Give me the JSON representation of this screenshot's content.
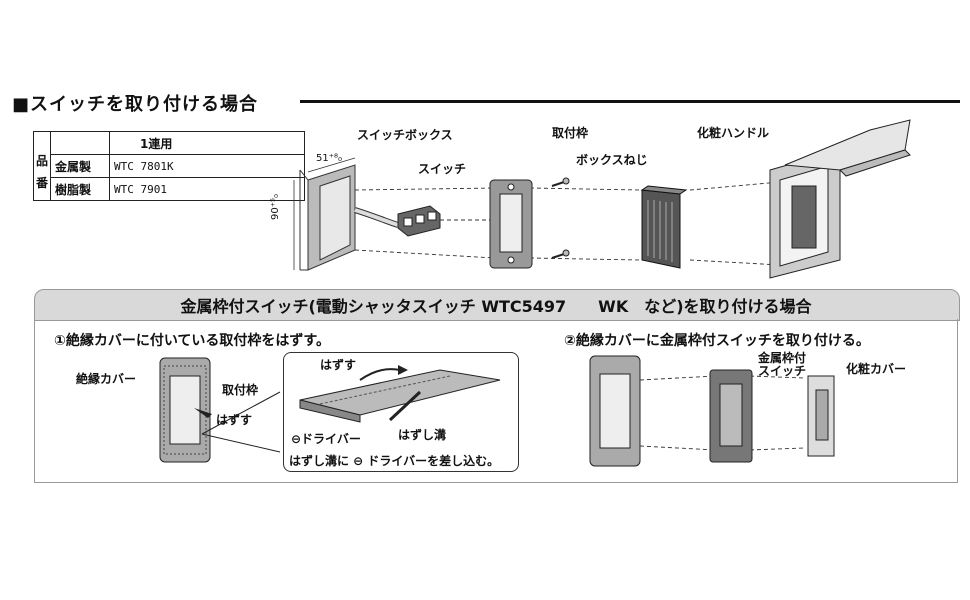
{
  "section_title": "■スイッチを取り付ける場合",
  "table": {
    "side_label": [
      "品",
      "番"
    ],
    "header": "1連用",
    "rows": [
      {
        "material": "金属製",
        "code": "WTC 7801K"
      },
      {
        "material": "樹脂製",
        "code": "WTC 7901"
      }
    ]
  },
  "top_diagram": {
    "switch_box": "スイッチボックス",
    "switch": "スイッチ",
    "mount_frame": "取付枠",
    "box_screw": "ボックスねじ",
    "decor_handle": "化粧ハンドル",
    "dim_width": "51⁺⁸₀",
    "dim_height": "90⁺⁵₀"
  },
  "banner": "金属枠付スイッチ(電動シャッタスイッチ WTC5497　　WK　など)を取り付ける場合",
  "step1": {
    "title": "①絶縁カバーに付いている取付枠をはずす。",
    "insulating_cover": "絶縁カバー",
    "mount_frame": "取付枠",
    "remove": "はずす",
    "inset_remove": "はずす",
    "driver": "⊖ドライバー",
    "groove": "はずし溝",
    "instruction": "はずし溝に ⊖ ドライバーを差し込む。"
  },
  "step2": {
    "title": "②絶縁カバーに金属枠付スイッチを取り付ける。",
    "metal_switch": "金属枠付\nスイッチ",
    "decor_cover": "化粧カバー"
  }
}
